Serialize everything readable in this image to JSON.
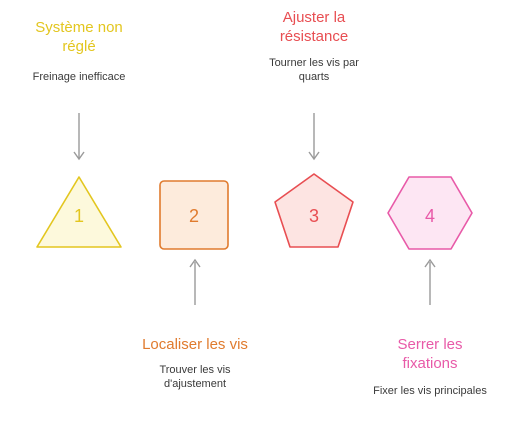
{
  "steps": [
    {
      "number": "1",
      "title": "Système non réglé",
      "description": "Freinage inefficace",
      "color": "#e3c61f",
      "fill": "#fdf9dc"
    },
    {
      "number": "2",
      "title": "Localiser les vis",
      "description": "Trouver les vis d'ajustement",
      "color": "#e07b2e",
      "fill": "#fdebdc"
    },
    {
      "number": "3",
      "title": "Ajuster la résistance",
      "description": "Tourner les vis par quarts",
      "color": "#e84e52",
      "fill": "#fde4e2"
    },
    {
      "number": "4",
      "title": "Serrer les fixations",
      "description": "Fixer les vis principales",
      "color": "#e85aa8",
      "fill": "#fde6f3"
    }
  ],
  "arrow_color": "#9a9a9a"
}
